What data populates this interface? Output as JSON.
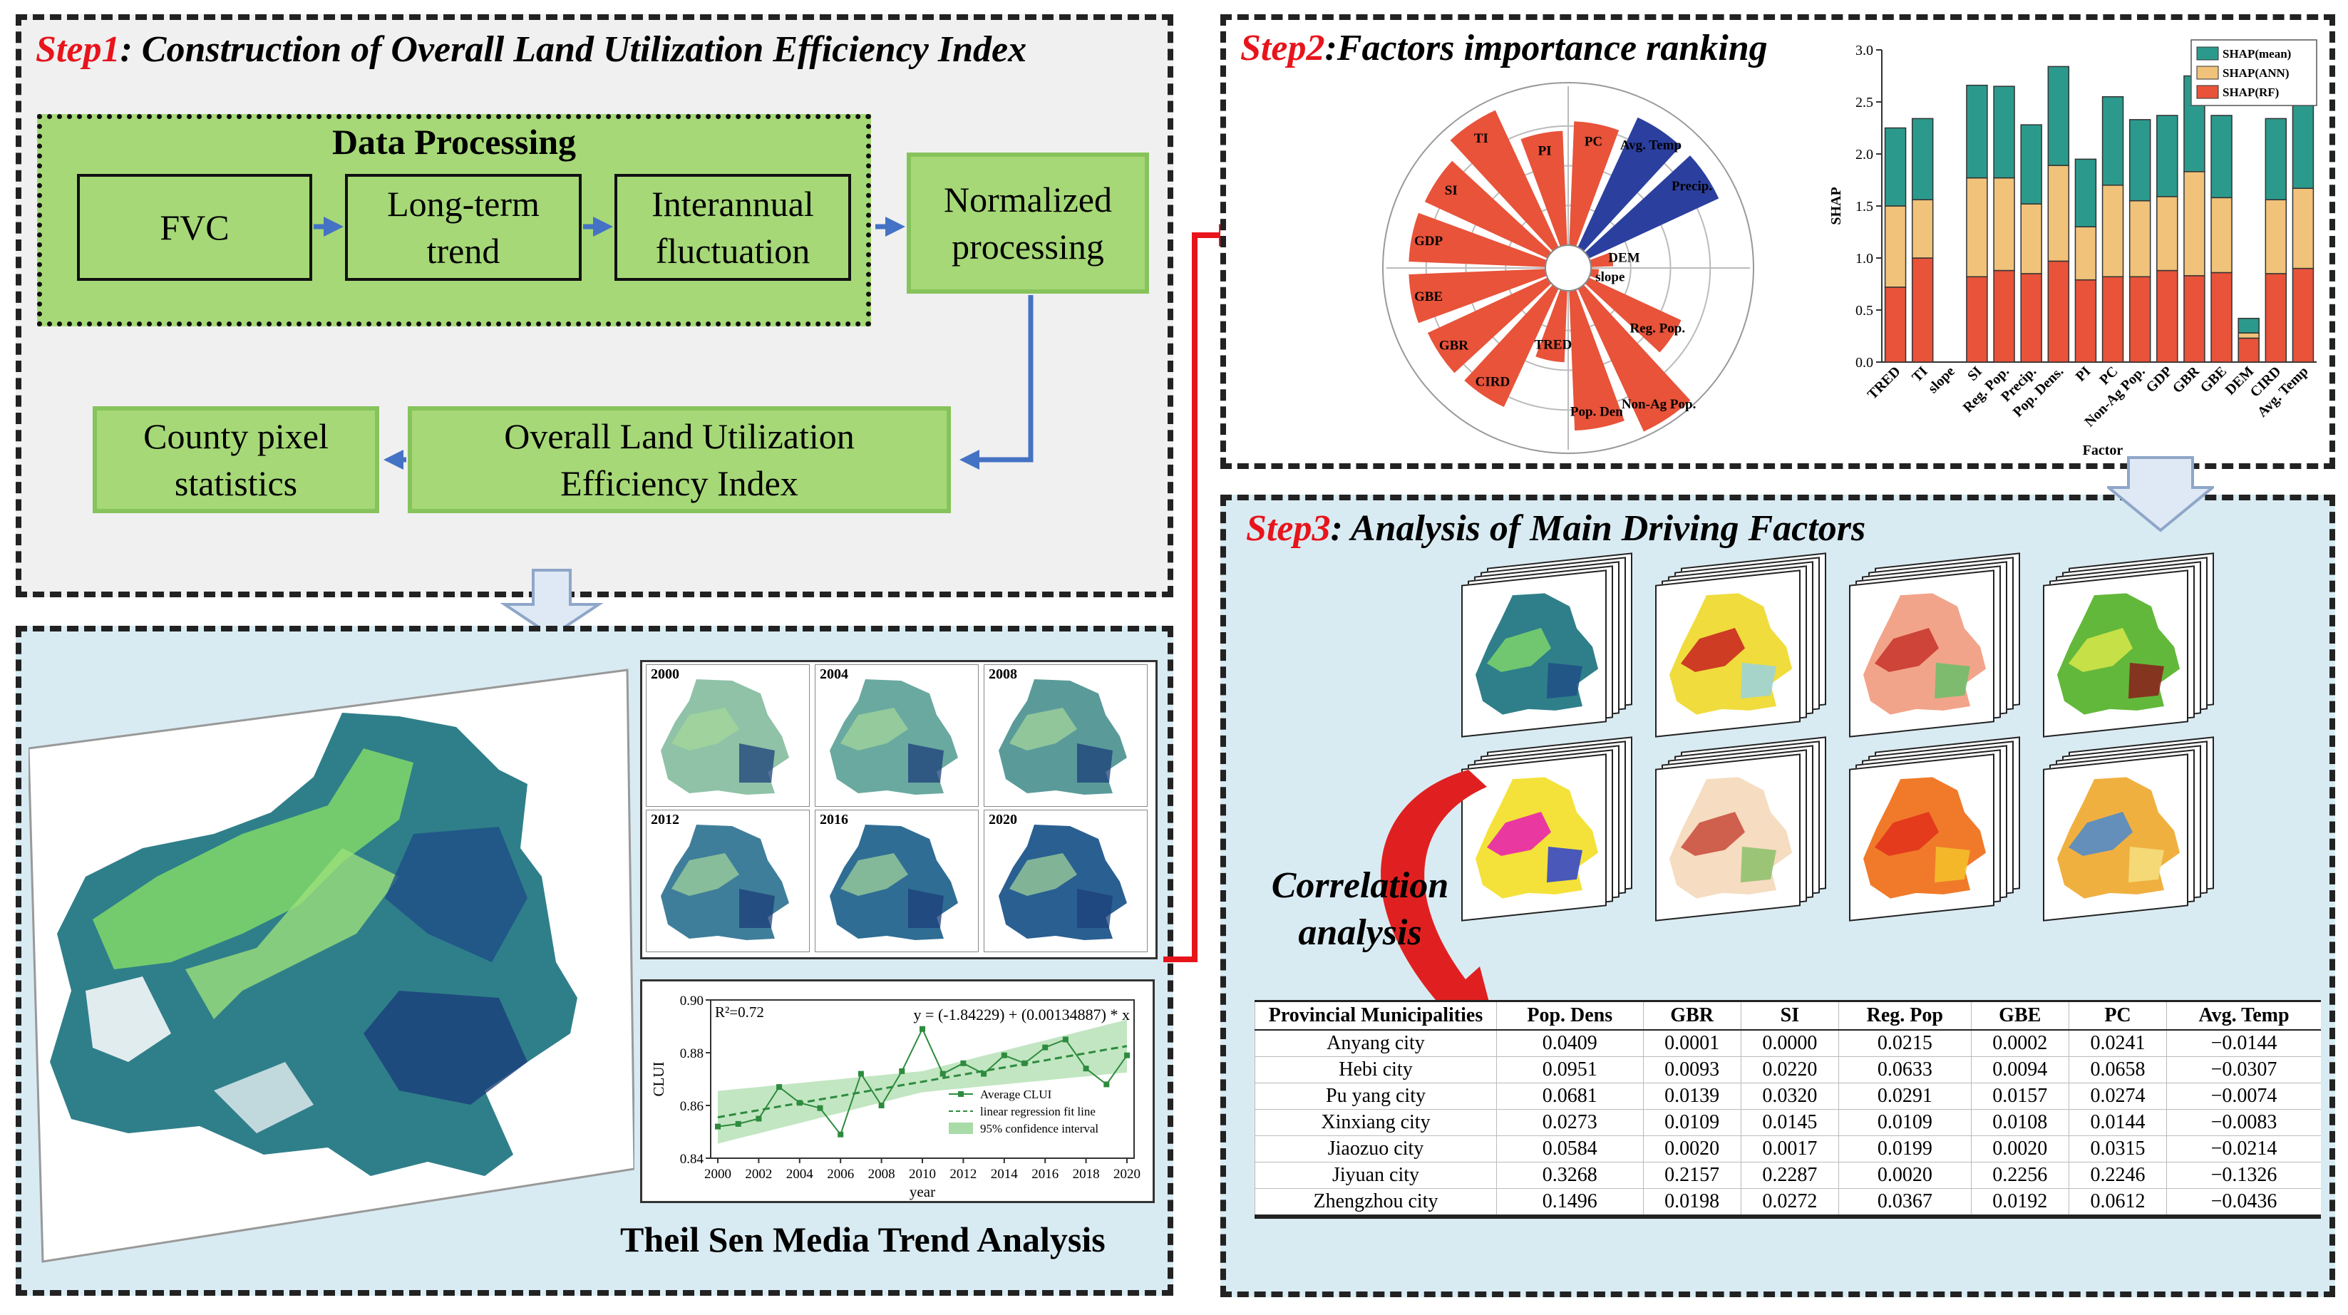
{
  "step1": {
    "prefix": "Step1",
    "title": ": Construction of Overall Land Utilization Efficiency Index",
    "data_processing_label": "Data Processing",
    "boxes": {
      "fvc": "FVC",
      "long_term_trend_1": "Long-term",
      "long_term_trend_2": "trend",
      "interannual_1": "Interannual",
      "interannual_2": "fluctuation",
      "normalized_1": "Normalized",
      "normalized_2": "processing",
      "olue_1": "Overall Land Utilization",
      "olue_2": "Efficiency Index",
      "county_1": "County pixel",
      "county_2": "statistics"
    }
  },
  "theil": {
    "title": "Theil Sen Media Trend Analysis",
    "years": [
      "2000",
      "2004",
      "2008",
      "2012",
      "2016",
      "2020"
    ]
  },
  "step2": {
    "prefix": "Step2",
    "title": ":Factors importance ranking"
  },
  "step3": {
    "prefix": "Step3",
    "title": ": Analysis of Main Driving Factors",
    "correlation_1": "Correlation",
    "correlation_2": "analysis"
  },
  "chart_data": [
    {
      "type": "line",
      "annotation_r2": "R²=0.72",
      "equation": "y = (-1.84229) + (0.00134887) * x",
      "xlabel": "year",
      "ylabel": "CLUI",
      "ylim": [
        0.84,
        0.9
      ],
      "yticks": [
        "0.84",
        "0.86",
        "0.88",
        "0.90"
      ],
      "xticks": [
        "2000",
        "2002",
        "2004",
        "2006",
        "2008",
        "2010",
        "2012",
        "2014",
        "2016",
        "2018",
        "2020"
      ],
      "x": [
        2000,
        2001,
        2002,
        2003,
        2004,
        2005,
        2006,
        2007,
        2008,
        2009,
        2010,
        2011,
        2012,
        2013,
        2014,
        2015,
        2016,
        2017,
        2018,
        2019,
        2020
      ],
      "series": [
        {
          "name": "Average CLUI",
          "values": [
            0.852,
            0.853,
            0.855,
            0.867,
            0.861,
            0.859,
            0.849,
            0.872,
            0.86,
            0.873,
            0.889,
            0.872,
            0.876,
            0.872,
            0.879,
            0.876,
            0.882,
            0.885,
            0.874,
            0.868,
            0.879
          ]
        },
        {
          "name": "linear regression fit line",
          "values": [
            0.8555,
            0.8569,
            0.8582,
            0.8596,
            0.8609,
            0.8623,
            0.8636,
            0.865,
            0.8663,
            0.8677,
            0.869,
            0.8704,
            0.8717,
            0.8731,
            0.8744,
            0.8758,
            0.8771,
            0.8785,
            0.8798,
            0.8812,
            0.8825
          ]
        }
      ],
      "legend": [
        "Average CLUI",
        "linear regression fit line",
        "95% confidence interval"
      ],
      "colors": {
        "line": "#2e8b3e",
        "ci": "#a8dba8"
      }
    },
    {
      "type": "bar",
      "stacked": true,
      "categories": [
        "TRED",
        "TI",
        "slope",
        "SI",
        "Reg. Pop.",
        "Precip.",
        "Pop. Dens.",
        "PI",
        "PC",
        "Non-Ag Pop.",
        "GDP",
        "GBR",
        "GBE",
        "DEM",
        "CIRD",
        "Avg. Temp"
      ],
      "series": [
        {
          "name": "SHAP(RF)",
          "color": "#e8533a",
          "values": [
            0.72,
            1.0,
            0.0,
            0.82,
            0.88,
            0.85,
            0.97,
            0.79,
            0.82,
            0.82,
            0.88,
            0.83,
            0.86,
            0.23,
            0.85,
            0.9
          ]
        },
        {
          "name": "SHAP(ANN)",
          "color": "#f0c27a",
          "values": [
            0.78,
            0.56,
            0.0,
            0.95,
            0.89,
            0.67,
            0.92,
            0.51,
            0.88,
            0.73,
            0.71,
            1.0,
            0.72,
            0.05,
            0.71,
            0.77
          ]
        },
        {
          "name": "SHAP(mean)",
          "color": "#2b9a8c",
          "values": [
            0.75,
            0.78,
            0.0,
            0.89,
            0.88,
            0.76,
            0.95,
            0.65,
            0.85,
            0.78,
            0.78,
            0.92,
            0.79,
            0.14,
            0.78,
            0.84
          ]
        }
      ],
      "ylim": [
        0,
        3.0
      ],
      "yticks": [
        "0.0",
        "0.5",
        "1.0",
        "1.5",
        "2.0",
        "2.5",
        "3.0"
      ],
      "xlabel": "Factor",
      "ylabel": "SHAP",
      "legend": [
        "SHAP(mean)",
        "SHAP(ANN)",
        "SHAP(RF)"
      ]
    },
    {
      "type": "bar",
      "polar": true,
      "categories": [
        "PC",
        "Avg. Temp",
        "Precip.",
        "DEM",
        "slope",
        "Reg. Pop.",
        "Non-Ag Pop.",
        "Pop. Den",
        "TRED",
        "CIRD",
        "GBR",
        "GBE",
        "GDP",
        "SI",
        "TI",
        "PI"
      ],
      "values": [
        0.78,
        0.9,
        0.9,
        0.14,
        0.05,
        0.64,
        0.99,
        0.88,
        0.45,
        0.82,
        0.83,
        0.86,
        0.86,
        0.85,
        0.95,
        0.72
      ],
      "colors": {
        "positive": "#e8533a",
        "negative": "#2b3f9e"
      },
      "negative": [
        "Avg. Temp",
        "Precip."
      ]
    }
  ],
  "corr_table": {
    "headers": [
      "Provincial Municipalities",
      "Pop. Dens",
      "GBR",
      "SI",
      "Reg. Pop",
      "GBE",
      "PC",
      "Avg. Temp"
    ],
    "rows": [
      [
        "Anyang city",
        "0.0409",
        "0.0001",
        "0.0000",
        "0.0215",
        "0.0002",
        "0.0241",
        "−0.0144"
      ],
      [
        "Hebi city",
        "0.0951",
        "0.0093",
        "0.0220",
        "0.0633",
        "0.0094",
        "0.0658",
        "−0.0307"
      ],
      [
        "Pu yang city",
        "0.0681",
        "0.0139",
        "0.0320",
        "0.0291",
        "0.0157",
        "0.0274",
        "−0.0074"
      ],
      [
        "Xinxiang city",
        "0.0273",
        "0.0109",
        "0.0145",
        "0.0109",
        "0.0108",
        "0.0144",
        "−0.0083"
      ],
      [
        "Jiaozuo city",
        "0.0584",
        "0.0020",
        "0.0017",
        "0.0199",
        "0.0020",
        "0.0315",
        "−0.0214"
      ],
      [
        "Jiyuan city",
        "0.3268",
        "0.2157",
        "0.2287",
        "0.0020",
        "0.2256",
        "0.2246",
        "−0.1326"
      ],
      [
        "Zhengzhou city",
        "0.1496",
        "0.0198",
        "0.0272",
        "0.0367",
        "0.0192",
        "0.0612",
        "−0.0436"
      ]
    ]
  }
}
